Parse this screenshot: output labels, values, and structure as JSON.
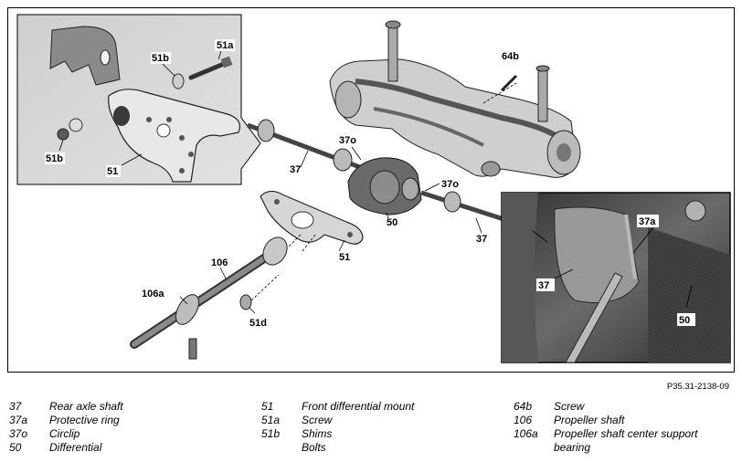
{
  "figure": {
    "callouts": {
      "c51a": "51a",
      "c51b_top": "51b",
      "c51b_left": "51b",
      "c51_inset": "51",
      "c64b": "64b",
      "c37_left": "37",
      "c37o_top": "37o",
      "c37o_right": "37o",
      "c50_center": "50",
      "c37_right": "37",
      "c51_center": "51",
      "c106": "106",
      "c106a": "106a",
      "c51d": "51d",
      "c37a_photo": "37a",
      "c37_photo": "37",
      "c50_photo": "50"
    },
    "reference_code": "P35.31-2138-09"
  },
  "legend": {
    "columns": [
      [
        {
          "num": "37",
          "text": "Rear axle shaft"
        },
        {
          "num": "37a",
          "text": "Protective ring"
        },
        {
          "num": "37o",
          "text": "Circlip"
        },
        {
          "num": "50",
          "text": "Differential"
        }
      ],
      [
        {
          "num": "51",
          "text": "Front differential mount"
        },
        {
          "num": "51a",
          "text": "Screw"
        },
        {
          "num": "51b",
          "text": "Shims"
        },
        {
          "num": "",
          "text": "Bolts"
        }
      ],
      [
        {
          "num": "64b",
          "text": "Screw"
        },
        {
          "num": "106",
          "text": "Propeller shaft"
        },
        {
          "num": "106a",
          "text": "Propeller shaft center support bearing"
        }
      ]
    ]
  }
}
